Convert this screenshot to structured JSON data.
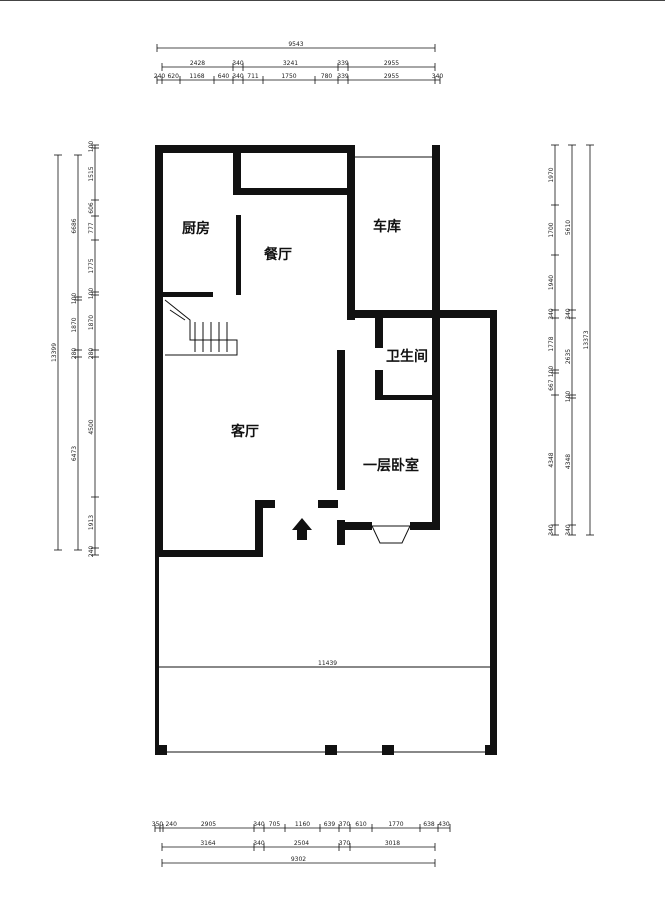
{
  "rooms": {
    "kitchen": "厨房",
    "dining": "餐厅",
    "garage": "车库",
    "bathroom": "卫生间",
    "living": "客厅",
    "bedroom": "一层卧室"
  },
  "dimensions": {
    "top_total": "9543",
    "top_row2": [
      "2428",
      "340",
      "3241",
      "339",
      "2955"
    ],
    "top_row3": [
      "240",
      "620",
      "1168",
      "640",
      "340",
      "711",
      "1750",
      "780",
      "339",
      "2955",
      "340"
    ],
    "bottom_row1": [
      "350",
      "240",
      "2905",
      "340",
      "705",
      "1160",
      "639",
      "370",
      "610",
      "1770",
      "638",
      "430"
    ],
    "bottom_row2": [
      "3164",
      "340",
      "2504",
      "370",
      "3018"
    ],
    "bottom_total": "9302",
    "left_total": "13399",
    "left_row2": [
      "6686",
      "100",
      "1870",
      "280",
      "6473"
    ],
    "left_row3": [
      "100",
      "1515",
      "606",
      "777",
      "1775",
      "100",
      "1870",
      "280",
      "4500",
      "1913",
      "240"
    ],
    "right_row1": [
      "1970",
      "1700",
      "1940",
      "340",
      "1778",
      "100",
      "667",
      "4348",
      "340"
    ],
    "right_row2": [
      "5610",
      "340",
      "2635",
      "100",
      "4348",
      "340"
    ],
    "right_total": "13373",
    "yard_width": "11439"
  }
}
